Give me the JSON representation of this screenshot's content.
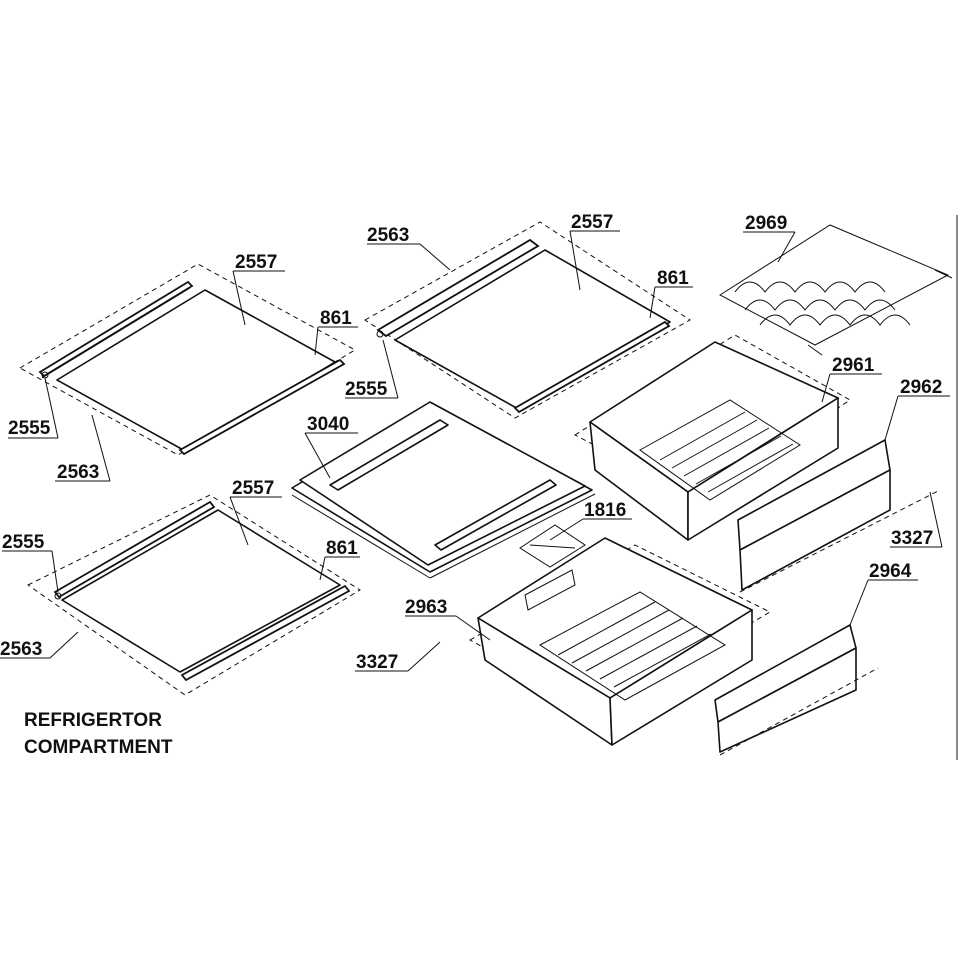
{
  "title": {
    "line1": "REFRIGERTOR",
    "line2": "COMPARTMENT"
  },
  "labels": {
    "l_2557_a": "2557",
    "l_861_a": "861",
    "l_2555_a": "2555",
    "l_2563_a": "2563",
    "l_2563_b": "2563",
    "l_2557_b": "2557",
    "l_861_b": "861",
    "l_2555_b": "2555",
    "l_3040": "3040",
    "l_2969": "2969",
    "l_2961": "2961",
    "l_2962": "2962",
    "l_3327_a": "3327",
    "l_2557_c": "2557",
    "l_2555_c": "2555",
    "l_861_c": "861",
    "l_2563_c": "2563",
    "l_1816": "1816",
    "l_2963": "2963",
    "l_3327_b": "3327",
    "l_2964": "2964"
  }
}
